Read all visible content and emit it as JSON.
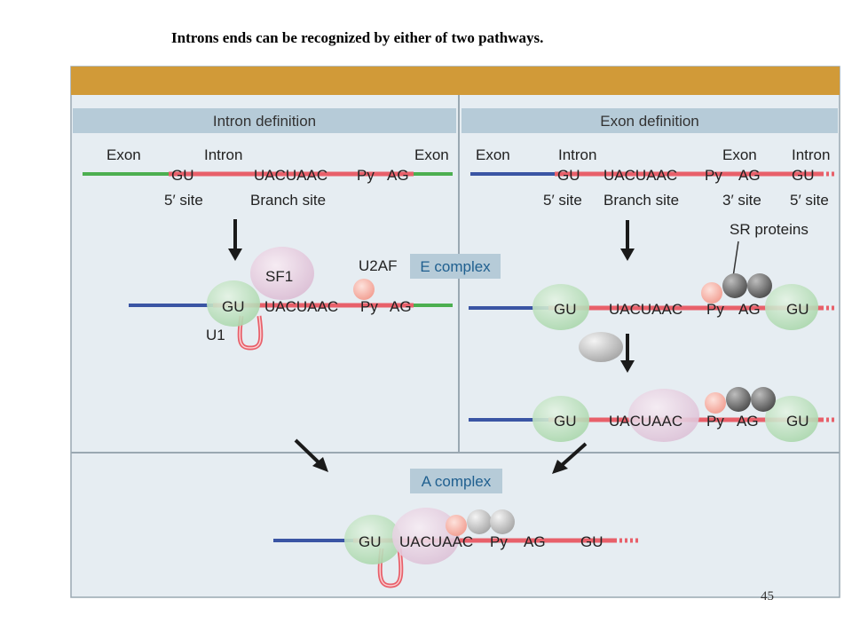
{
  "slide": {
    "title": "Introns ends can be recognized by either of two pathways.",
    "page_number": "45"
  },
  "panels": {
    "intron_definition": {
      "header": "Intron definition",
      "top_labels": {
        "exon_left": "Exon",
        "intron": "Intron",
        "exon_right": "Exon"
      },
      "seq": {
        "gu": "GU",
        "branch": "UACUAAC",
        "py": "Py",
        "ag": "AG"
      },
      "site_labels": {
        "five_prime": "5′ site",
        "branch": "Branch site"
      },
      "factors": {
        "sf1": "SF1",
        "u2af": "U2AF",
        "u1": "U1"
      },
      "complex": "E complex"
    },
    "exon_definition": {
      "header": "Exon definition",
      "top_labels": {
        "exon_left": "Exon",
        "intron_left": "Intron",
        "exon_mid": "Exon",
        "intron_right": "Intron"
      },
      "seq": {
        "gu": "GU",
        "branch": "UACUAAC",
        "py": "Py",
        "ag": "AG",
        "gu2": "GU"
      },
      "site_labels": {
        "five_prime": "5′ site",
        "branch": "Branch site",
        "three_prime": "3′ site",
        "five_prime_2": "5′ site"
      },
      "sr_label": "SR proteins"
    },
    "bottom": {
      "complex": "A complex",
      "seq": {
        "gu": "GU",
        "branch": "UACUAAC",
        "py": "Py",
        "ag": "AG",
        "gu2": "GU"
      }
    }
  },
  "colors": {
    "header_bar": "#d19a38",
    "panel_bg": "#e6edf2",
    "header_strip": "#b6cbd8",
    "exon_green": "#4caf50",
    "exon_blue": "#3a55a4",
    "intron_red": "#e8606a",
    "u1_green": "#bfe0c0",
    "sf1_pink": "#e6d0e0",
    "u2af_peach": "#f6b8ac",
    "sr_gray": "#6f6f6f"
  }
}
